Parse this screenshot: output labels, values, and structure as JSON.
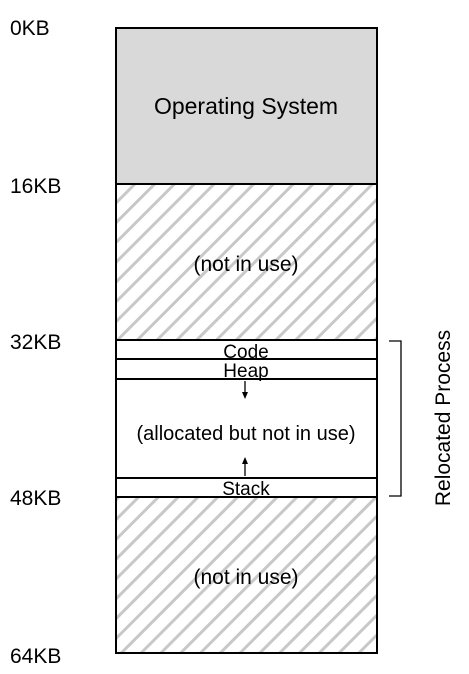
{
  "address_labels": [
    "0KB",
    "16KB",
    "32KB",
    "48KB",
    "64KB"
  ],
  "regions": {
    "os": "Operating System",
    "free_upper": "(not in use)",
    "code": "Code",
    "heap": "Heap",
    "allocated_gap": "(allocated but not in use)",
    "stack": "Stack",
    "free_lower": "(not in use)"
  },
  "bracket_label": "Relocated Process",
  "colors": {
    "os_fill": "#d9d9d9",
    "hatch_stroke": "#c8c8c8",
    "border": "#000000",
    "background": "#ffffff"
  }
}
